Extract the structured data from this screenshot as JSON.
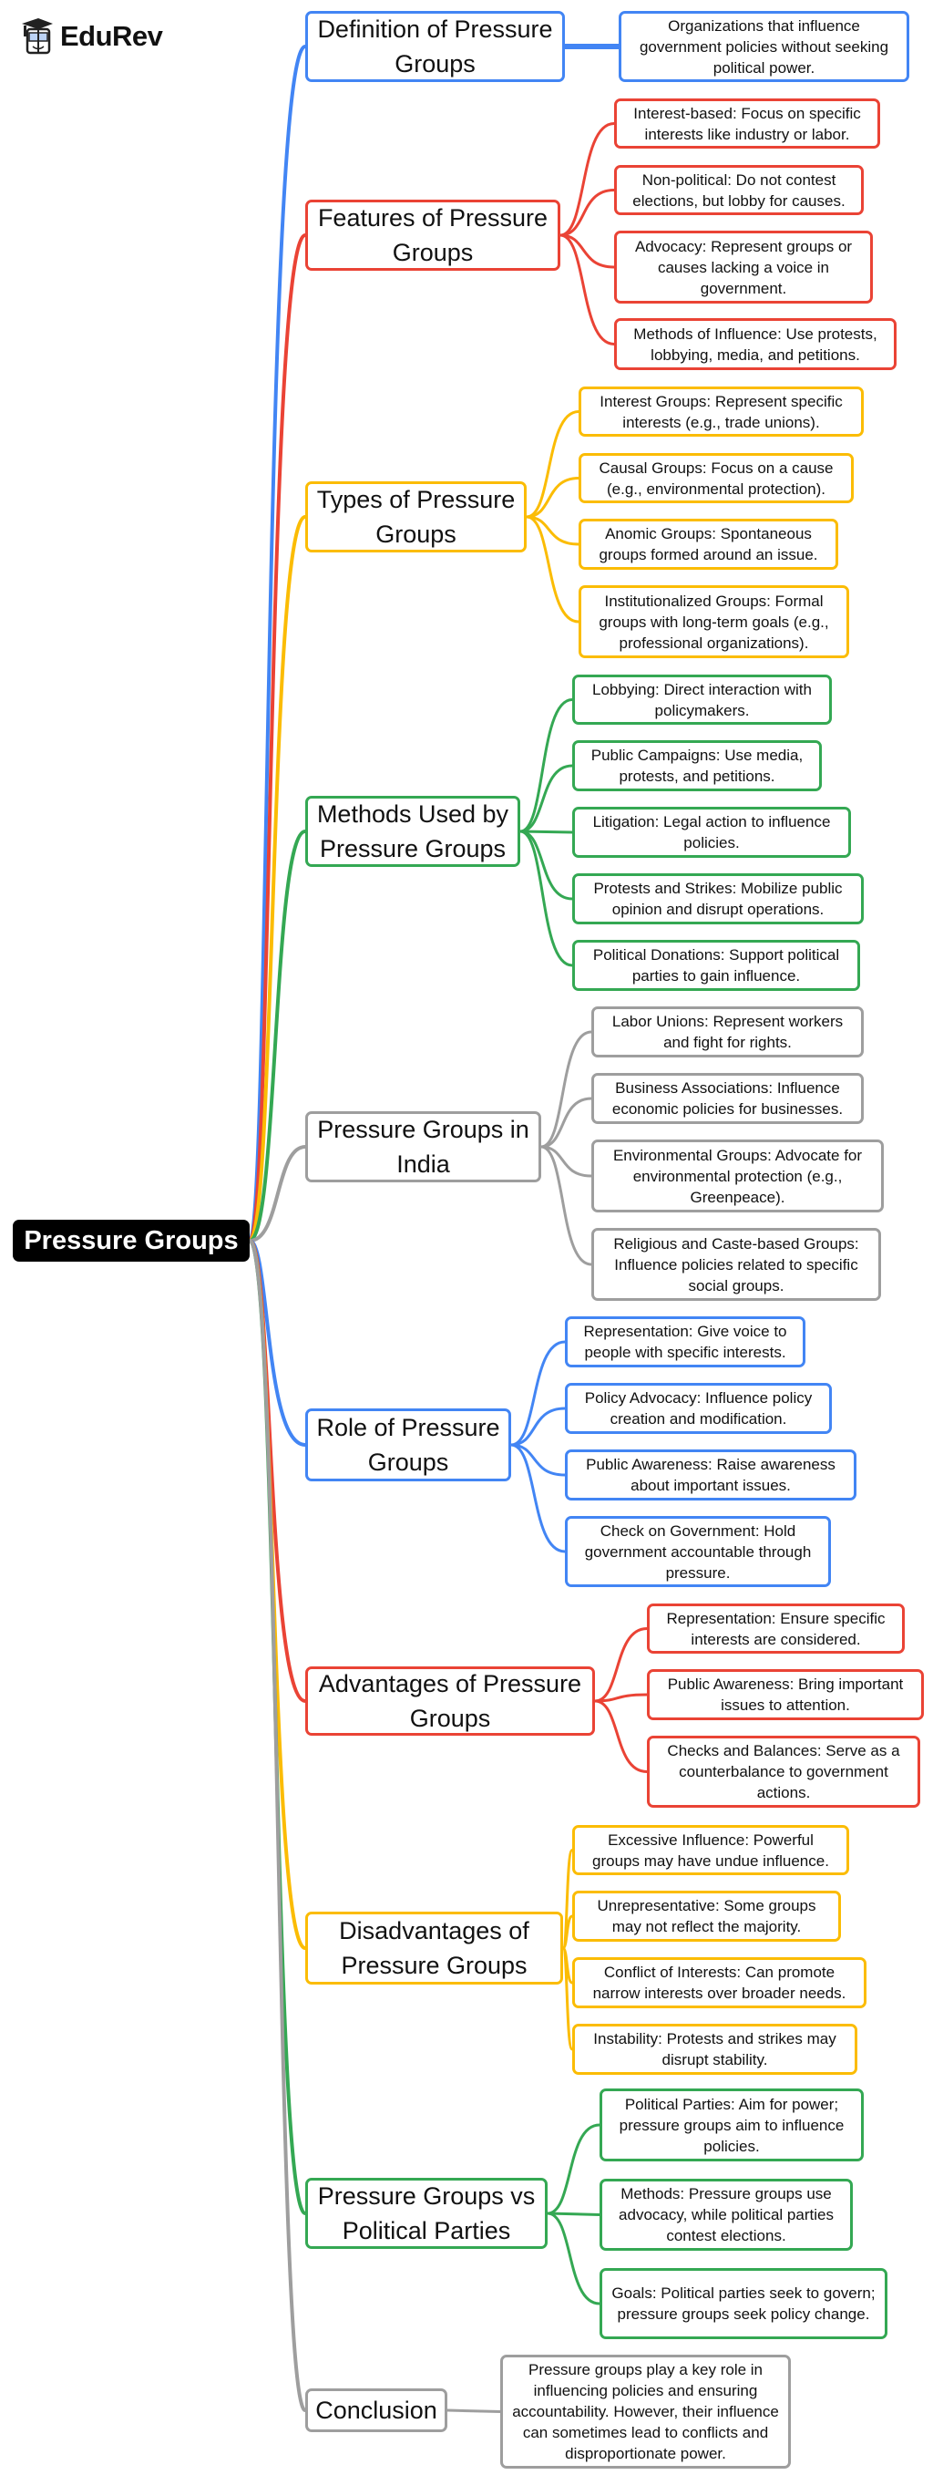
{
  "logo": {
    "text": "EduRev",
    "icon": "graduate-cap-mascot-icon"
  },
  "colors": {
    "blue": "#4285f4",
    "red": "#ea4335",
    "yellow": "#fbbc04",
    "green": "#34a853",
    "gray": "#9e9e9e",
    "root_bg": "#000000"
  },
  "root": {
    "label": "Pressure Groups"
  },
  "branches": [
    {
      "label": "Definition of Pressure Groups",
      "color": "blue",
      "children": [
        "Organizations that influence government policies without seeking political power."
      ]
    },
    {
      "label": "Features of Pressure Groups",
      "color": "red",
      "children": [
        "Interest-based: Focus on specific interests like industry or labor.",
        "Non-political: Do not contest elections, but lobby for causes.",
        "Advocacy: Represent groups or causes lacking a voice in government.",
        "Methods of Influence: Use protests, lobbying, media, and petitions."
      ]
    },
    {
      "label": "Types of Pressure Groups",
      "color": "yellow",
      "children": [
        "Interest Groups: Represent specific interests (e.g., trade unions).",
        "Causal Groups: Focus on a cause (e.g., environmental protection).",
        "Anomic Groups: Spontaneous groups formed around an issue.",
        "Institutionalized Groups: Formal groups with long-term goals (e.g., professional organizations)."
      ]
    },
    {
      "label": "Methods Used by Pressure Groups",
      "color": "green",
      "children": [
        "Lobbying: Direct interaction with policymakers.",
        "Public Campaigns: Use media, protests, and petitions.",
        "Litigation: Legal action to influence policies.",
        "Protests and Strikes: Mobilize public opinion and disrupt operations.",
        "Political Donations: Support political parties to gain influence."
      ]
    },
    {
      "label": "Pressure Groups in India",
      "color": "gray",
      "children": [
        "Labor Unions: Represent workers and fight for rights.",
        "Business Associations: Influence economic policies for businesses.",
        "Environmental Groups: Advocate for environmental protection (e.g., Greenpeace).",
        "Religious and Caste-based Groups: Influence policies related to specific social groups."
      ]
    },
    {
      "label": "Role of Pressure Groups",
      "color": "blue",
      "children": [
        "Representation: Give voice to people with specific interests.",
        "Policy Advocacy: Influence policy creation and modification.",
        "Public Awareness: Raise awareness about important issues.",
        "Check on Government: Hold government accountable through pressure."
      ]
    },
    {
      "label": "Advantages of Pressure Groups",
      "color": "red",
      "children": [
        "Representation: Ensure specific interests are considered.",
        "Public Awareness: Bring important issues to attention.",
        "Checks and Balances: Serve as a counterbalance to government actions."
      ]
    },
    {
      "label": "Disadvantages of Pressure Groups",
      "color": "yellow",
      "children": [
        "Excessive Influence: Powerful groups may have undue influence.",
        "Unrepresentative: Some groups may not reflect the majority.",
        "Conflict of Interests: Can promote narrow interests over broader needs.",
        "Instability: Protests and strikes may disrupt stability."
      ]
    },
    {
      "label": "Pressure Groups vs Political Parties",
      "color": "green",
      "children": [
        "Political Parties: Aim for power; pressure groups aim to influence policies.",
        "Methods: Pressure groups use advocacy, while political parties contest elections.",
        "Goals: Political parties seek to govern; pressure groups seek policy change."
      ]
    },
    {
      "label": "Conclusion",
      "color": "gray",
      "children": [
        "Pressure groups play a key role in influencing policies and ensuring accountability. However, their influence can sometimes lead to conflicts and disproportionate power."
      ]
    }
  ]
}
